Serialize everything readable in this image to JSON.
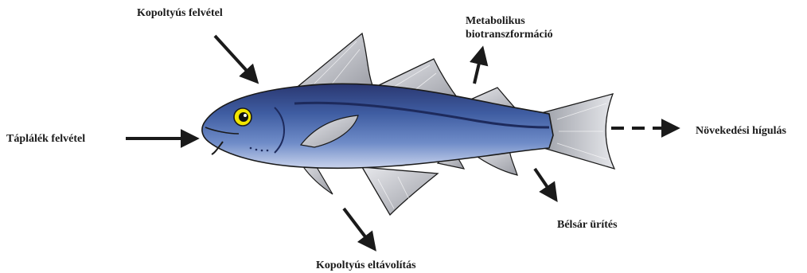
{
  "labels": {
    "gill_uptake": "Kopoltyús felvétel",
    "metabolic_line1": "Metabolikus",
    "metabolic_line2": "biotranszformáció",
    "food_uptake": "Táplálék felvétel",
    "growth_dilution": "Növekedési hígulás",
    "bile_excretion": "Bélsár ürítés",
    "gill_elimination": "Kopoltyús eltávolítás"
  },
  "colors": {
    "fish_body_top": "#2f3f7a",
    "fish_body_mid": "#4a6eb5",
    "fish_belly": "#b9c6e6",
    "fin_gray": "#b5b7bd",
    "arrow": "#1a1a1a",
    "eye": "#f2e600"
  },
  "icons": {
    "fish": "fish-illustration",
    "arrow_solid": "arrow-solid",
    "arrow_dashed": "arrow-dashed"
  }
}
